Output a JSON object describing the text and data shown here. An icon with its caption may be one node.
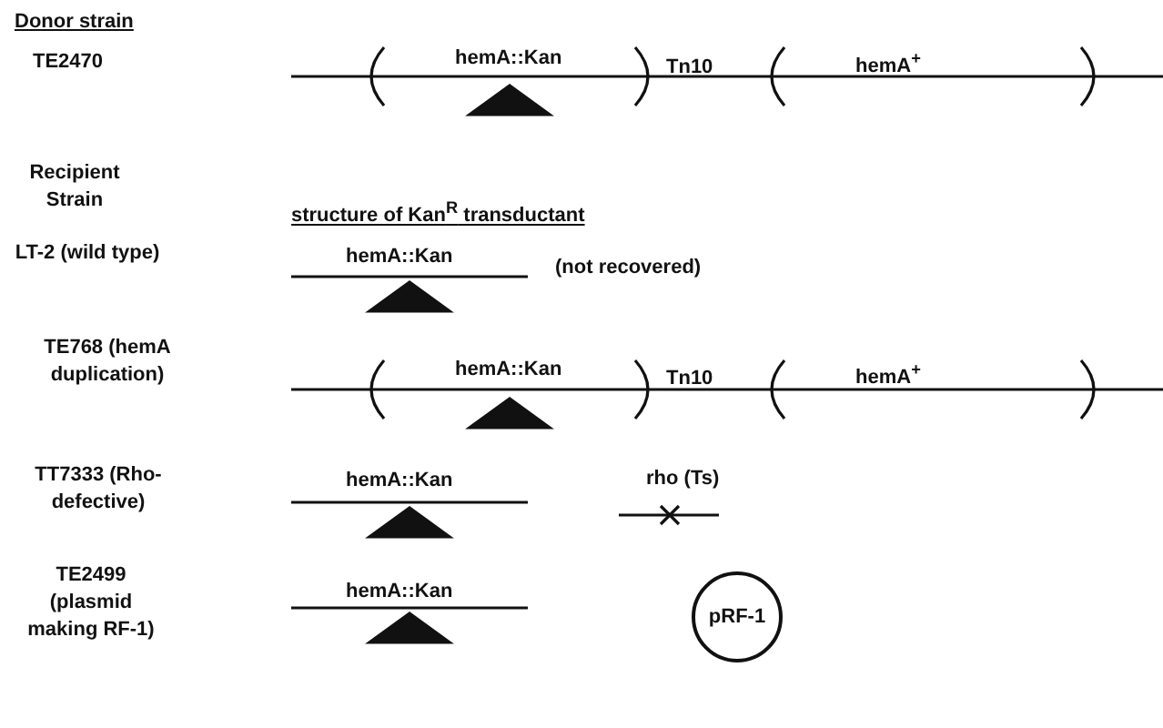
{
  "diagram": {
    "nodes": [
      {
        "text": [
          "pRF-1"
        ]
      }
    ],
    "labels": [
      "Donor strain",
      "TE2470",
      "hemA::Kan",
      "Tn10",
      "hemA$^{+}$",
      "Recipient Strain",
      "structure of Kan$^{R}$ transductant",
      "LT-2 (wild type)",
      "hemA::Kan",
      "(not recovered)",
      "TE768 (hemA duplication)",
      "hemA::Kan",
      "Tn10",
      "hemA$^{+}$",
      "TT7333 (Rho-defective)",
      "hemA::Kan",
      "rho (Ts)",
      "TE2499 (plasmid making RF-1)",
      "hemA::Kan"
    ]
  }
}
